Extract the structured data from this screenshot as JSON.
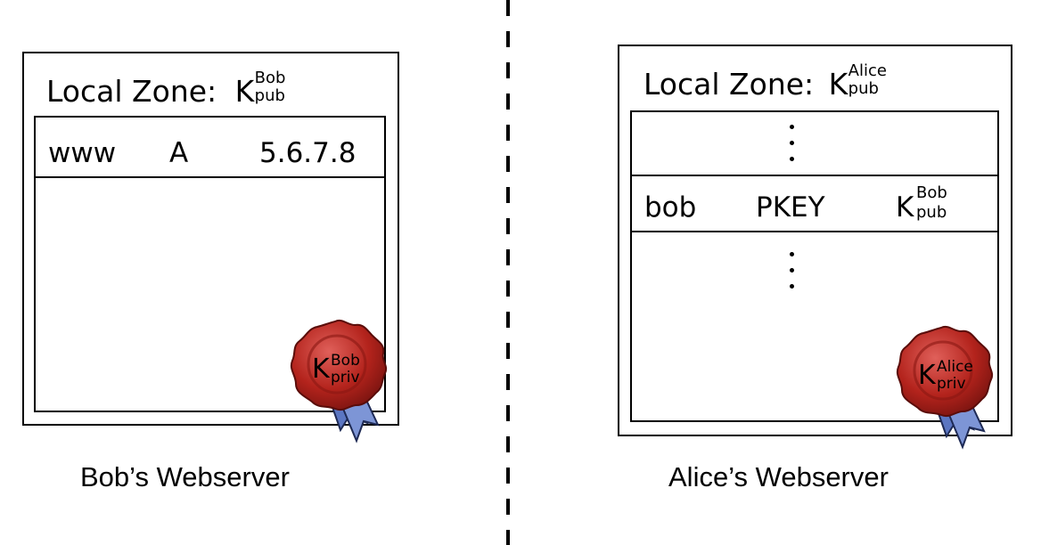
{
  "left_panel": {
    "zone_label": "Local Zone:",
    "key_symbol": "K",
    "key_sup": "Bob",
    "key_sub": "pub",
    "record": {
      "name": "www",
      "type": "A",
      "value": "5.6.7.8"
    },
    "seal": {
      "symbol": "K",
      "sup": "Bob",
      "sub": "priv"
    },
    "caption": "Bob’s Webserver"
  },
  "right_panel": {
    "zone_label": "Local Zone:",
    "key_symbol": "K",
    "key_sup": "Alice",
    "key_sub": "pub",
    "record": {
      "name": "bob",
      "type": "PKEY",
      "value_symbol": "K",
      "value_sup": "Bob",
      "value_sub": "pub"
    },
    "seal": {
      "symbol": "K",
      "sup": "Alice",
      "sub": "priv"
    },
    "caption": "Alice’s Webserver"
  },
  "colors": {
    "seal_red": "#b3231c",
    "ribbon_blue": "#5b76c2"
  }
}
